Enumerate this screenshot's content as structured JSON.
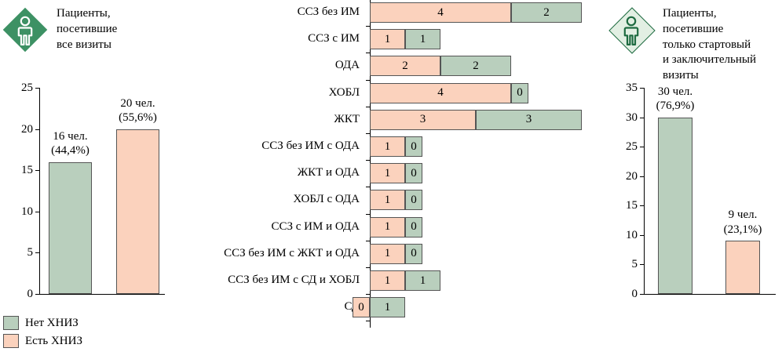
{
  "colors": {
    "green_fill": "#b9cfbd",
    "pink_fill": "#fbd2bd",
    "bar_stroke": "#555555",
    "icon_dark_green": "#3d9164",
    "icon_light_green": "#e2efe3",
    "icon_outline_green": "#1e6b41",
    "icon_white": "#ffffff"
  },
  "legend": {
    "items": [
      {
        "label": "Нет ХНИЗ",
        "color_key": "green_fill"
      },
      {
        "label": "Есть ХНИЗ",
        "color_key": "pink_fill"
      }
    ]
  },
  "left_panel": {
    "icon_name": "person-diamond-icon-filled",
    "title": "Пациенты,\nпосетившие\nвсе визиты",
    "chart_data": {
      "type": "bar",
      "title": "Пациенты, посетившие все визиты",
      "xlabel": "",
      "ylabel": "",
      "ylim": [
        0,
        25
      ],
      "yticks": [
        0,
        5,
        10,
        15,
        20,
        25
      ],
      "grid": false,
      "legend_position": "bottom-left",
      "categories": [
        "Нет ХНИЗ",
        "Есть ХНИЗ"
      ],
      "values": [
        16,
        20
      ],
      "data_labels": [
        "16 чел.\n(44,4%)",
        "20 чел.\n(55,6%)"
      ],
      "percents": [
        44.4,
        55.6
      ]
    }
  },
  "middle_panel": {
    "chart_data": {
      "type": "bar",
      "orientation": "horizontal",
      "stacked": true,
      "title": "",
      "xlabel": "",
      "ylabel": "",
      "grid": false,
      "categories": [
        "ССЗ без ИМ",
        "ССЗ с ИМ",
        "ОДА",
        "ХОБЛ",
        "ЖКТ",
        "ССЗ без ИМ с ОДА",
        "ЖКТ и ОДА",
        "ХОБЛ с ОДА",
        "ССЗ с ИМ и ОДА",
        "ССЗ без ИМ с ЖКТ и ОДА",
        "ССЗ без ИМ с СД и ХОБЛ",
        "СД"
      ],
      "series": [
        {
          "name": "Есть ХНИЗ",
          "color_key": "pink_fill",
          "values": [
            4,
            1,
            2,
            4,
            3,
            1,
            1,
            1,
            1,
            1,
            1,
            0
          ]
        },
        {
          "name": "Нет ХНИЗ",
          "color_key": "green_fill",
          "values": [
            2,
            1,
            2,
            0,
            3,
            0,
            0,
            0,
            0,
            0,
            1,
            1
          ]
        }
      ]
    }
  },
  "right_panel": {
    "icon_name": "person-diamond-icon-outline",
    "title": "Пациенты,\nпосетившие\nтолько стартовый\nи заключительный\nвизиты",
    "chart_data": {
      "type": "bar",
      "title": "Пациенты, посетившие только стартовый и заключительный визиты",
      "xlabel": "",
      "ylabel": "",
      "ylim": [
        0,
        35
      ],
      "yticks": [
        0,
        5,
        10,
        15,
        20,
        25,
        30,
        35
      ],
      "grid": false,
      "categories": [
        "Нет ХНИЗ",
        "Есть ХНИЗ"
      ],
      "values": [
        30,
        9
      ],
      "data_labels": [
        "30 чел.\n(76,9%)",
        "9 чел.\n(23,1%)"
      ],
      "percents": [
        76.9,
        23.1
      ]
    }
  }
}
